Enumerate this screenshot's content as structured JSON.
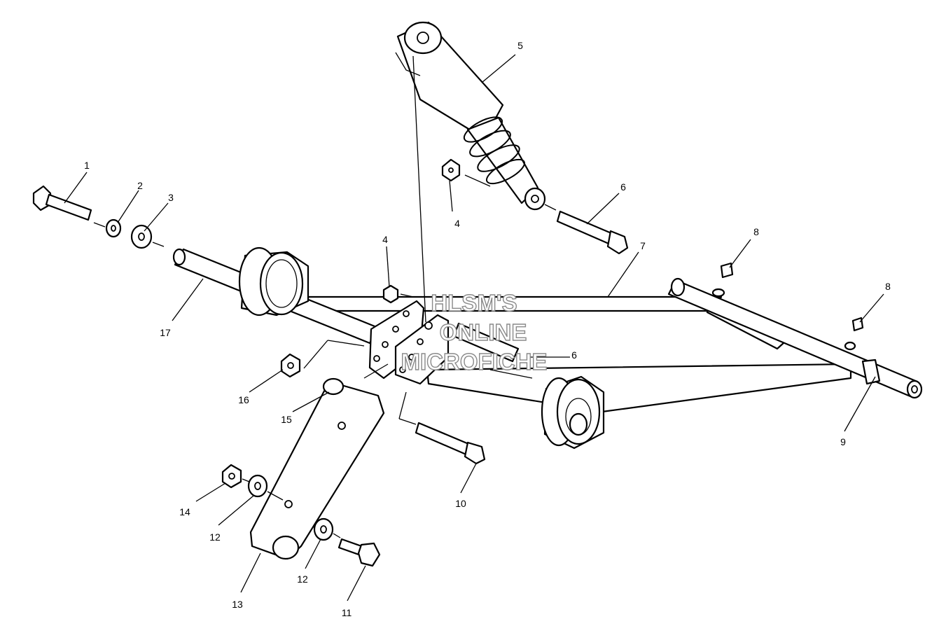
{
  "watermark": {
    "line1": "HLSM'S",
    "line2": "ONLINE",
    "line3": "MICROFICHE"
  },
  "callouts": [
    {
      "id": "c1",
      "text": "1"
    },
    {
      "id": "c2",
      "text": "2"
    },
    {
      "id": "c3",
      "text": "3"
    },
    {
      "id": "c4a",
      "text": "4"
    },
    {
      "id": "c4b",
      "text": "4"
    },
    {
      "id": "c5",
      "text": "5"
    },
    {
      "id": "c6a",
      "text": "6"
    },
    {
      "id": "c6b",
      "text": "6"
    },
    {
      "id": "c7",
      "text": "7"
    },
    {
      "id": "c8a",
      "text": "8"
    },
    {
      "id": "c8b",
      "text": "8"
    },
    {
      "id": "c9",
      "text": "9"
    },
    {
      "id": "c10",
      "text": "10"
    },
    {
      "id": "c11",
      "text": "11"
    },
    {
      "id": "c12a",
      "text": "12"
    },
    {
      "id": "c12b",
      "text": "12"
    },
    {
      "id": "c13",
      "text": "13"
    },
    {
      "id": "c14",
      "text": "14"
    },
    {
      "id": "c15",
      "text": "15"
    },
    {
      "id": "c16",
      "text": "16"
    },
    {
      "id": "c17",
      "text": "17"
    }
  ]
}
